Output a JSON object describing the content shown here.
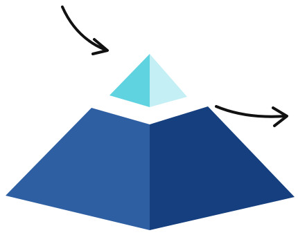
{
  "diagram": {
    "type": "two-tier pyramid",
    "tiers": [
      {
        "id": "top",
        "faces": {
          "left": "#5fd3df",
          "right": "#c3eff5"
        }
      },
      {
        "id": "bottom",
        "faces": {
          "left": "#2f5fa3",
          "right": "#153f7f"
        }
      }
    ],
    "arrows": [
      {
        "id": "arrow-into-apex",
        "color": "#111111"
      },
      {
        "id": "arrow-out-right",
        "color": "#111111"
      }
    ]
  }
}
